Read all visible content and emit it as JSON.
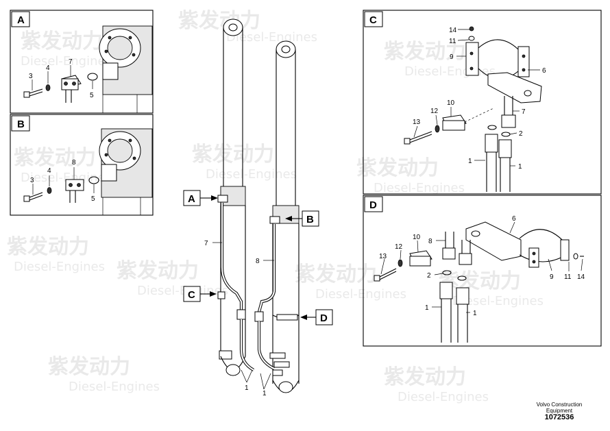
{
  "watermark": {
    "brand": "紫发动力",
    "sub": "Diesel-Engines"
  },
  "callouts": {
    "a": "A",
    "b": "B",
    "c": "C",
    "d": "D"
  },
  "panel_a": {
    "title": "A",
    "labels": {
      "p3": "3",
      "p4": "4",
      "p7": "7",
      "p5": "5"
    }
  },
  "panel_b": {
    "title": "B",
    "labels": {
      "p3": "3",
      "p4": "4",
      "p8": "8",
      "p5": "5"
    }
  },
  "panel_c": {
    "title": "C",
    "labels": {
      "p14": "14",
      "p11": "11",
      "p9": "9",
      "p6": "6",
      "p10": "10",
      "p12": "12",
      "p7": "7",
      "p13": "13",
      "p2": "2",
      "p1a": "1",
      "p1b": "1"
    }
  },
  "panel_d": {
    "title": "D",
    "labels": {
      "p6": "6",
      "p10": "10",
      "p8": "8",
      "p12": "12",
      "p13": "13",
      "p2": "2",
      "p9": "9",
      "p11": "11",
      "p14": "14",
      "p1a": "1",
      "p1b": "1"
    }
  },
  "main": {
    "labels": {
      "p7": "7",
      "p8": "8",
      "p1a": "1",
      "p1b": "1"
    }
  },
  "footer": {
    "company": "Volvo Construction",
    "dept": "Equipment",
    "number": "1072536"
  }
}
